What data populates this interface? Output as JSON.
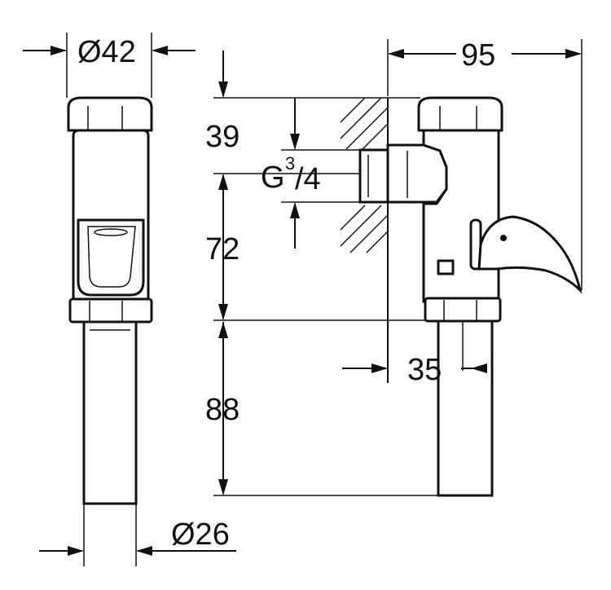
{
  "drawing": {
    "dims": {
      "d42": "Ø42",
      "d95": "95",
      "d39": "39",
      "thread_base": "G",
      "thread_num": "3",
      "thread_den": "/4",
      "d72": "72",
      "d35": "35",
      "d88": "88",
      "d26": "Ø26"
    },
    "colors": {
      "line": "#111111",
      "background": "#ffffff"
    }
  }
}
